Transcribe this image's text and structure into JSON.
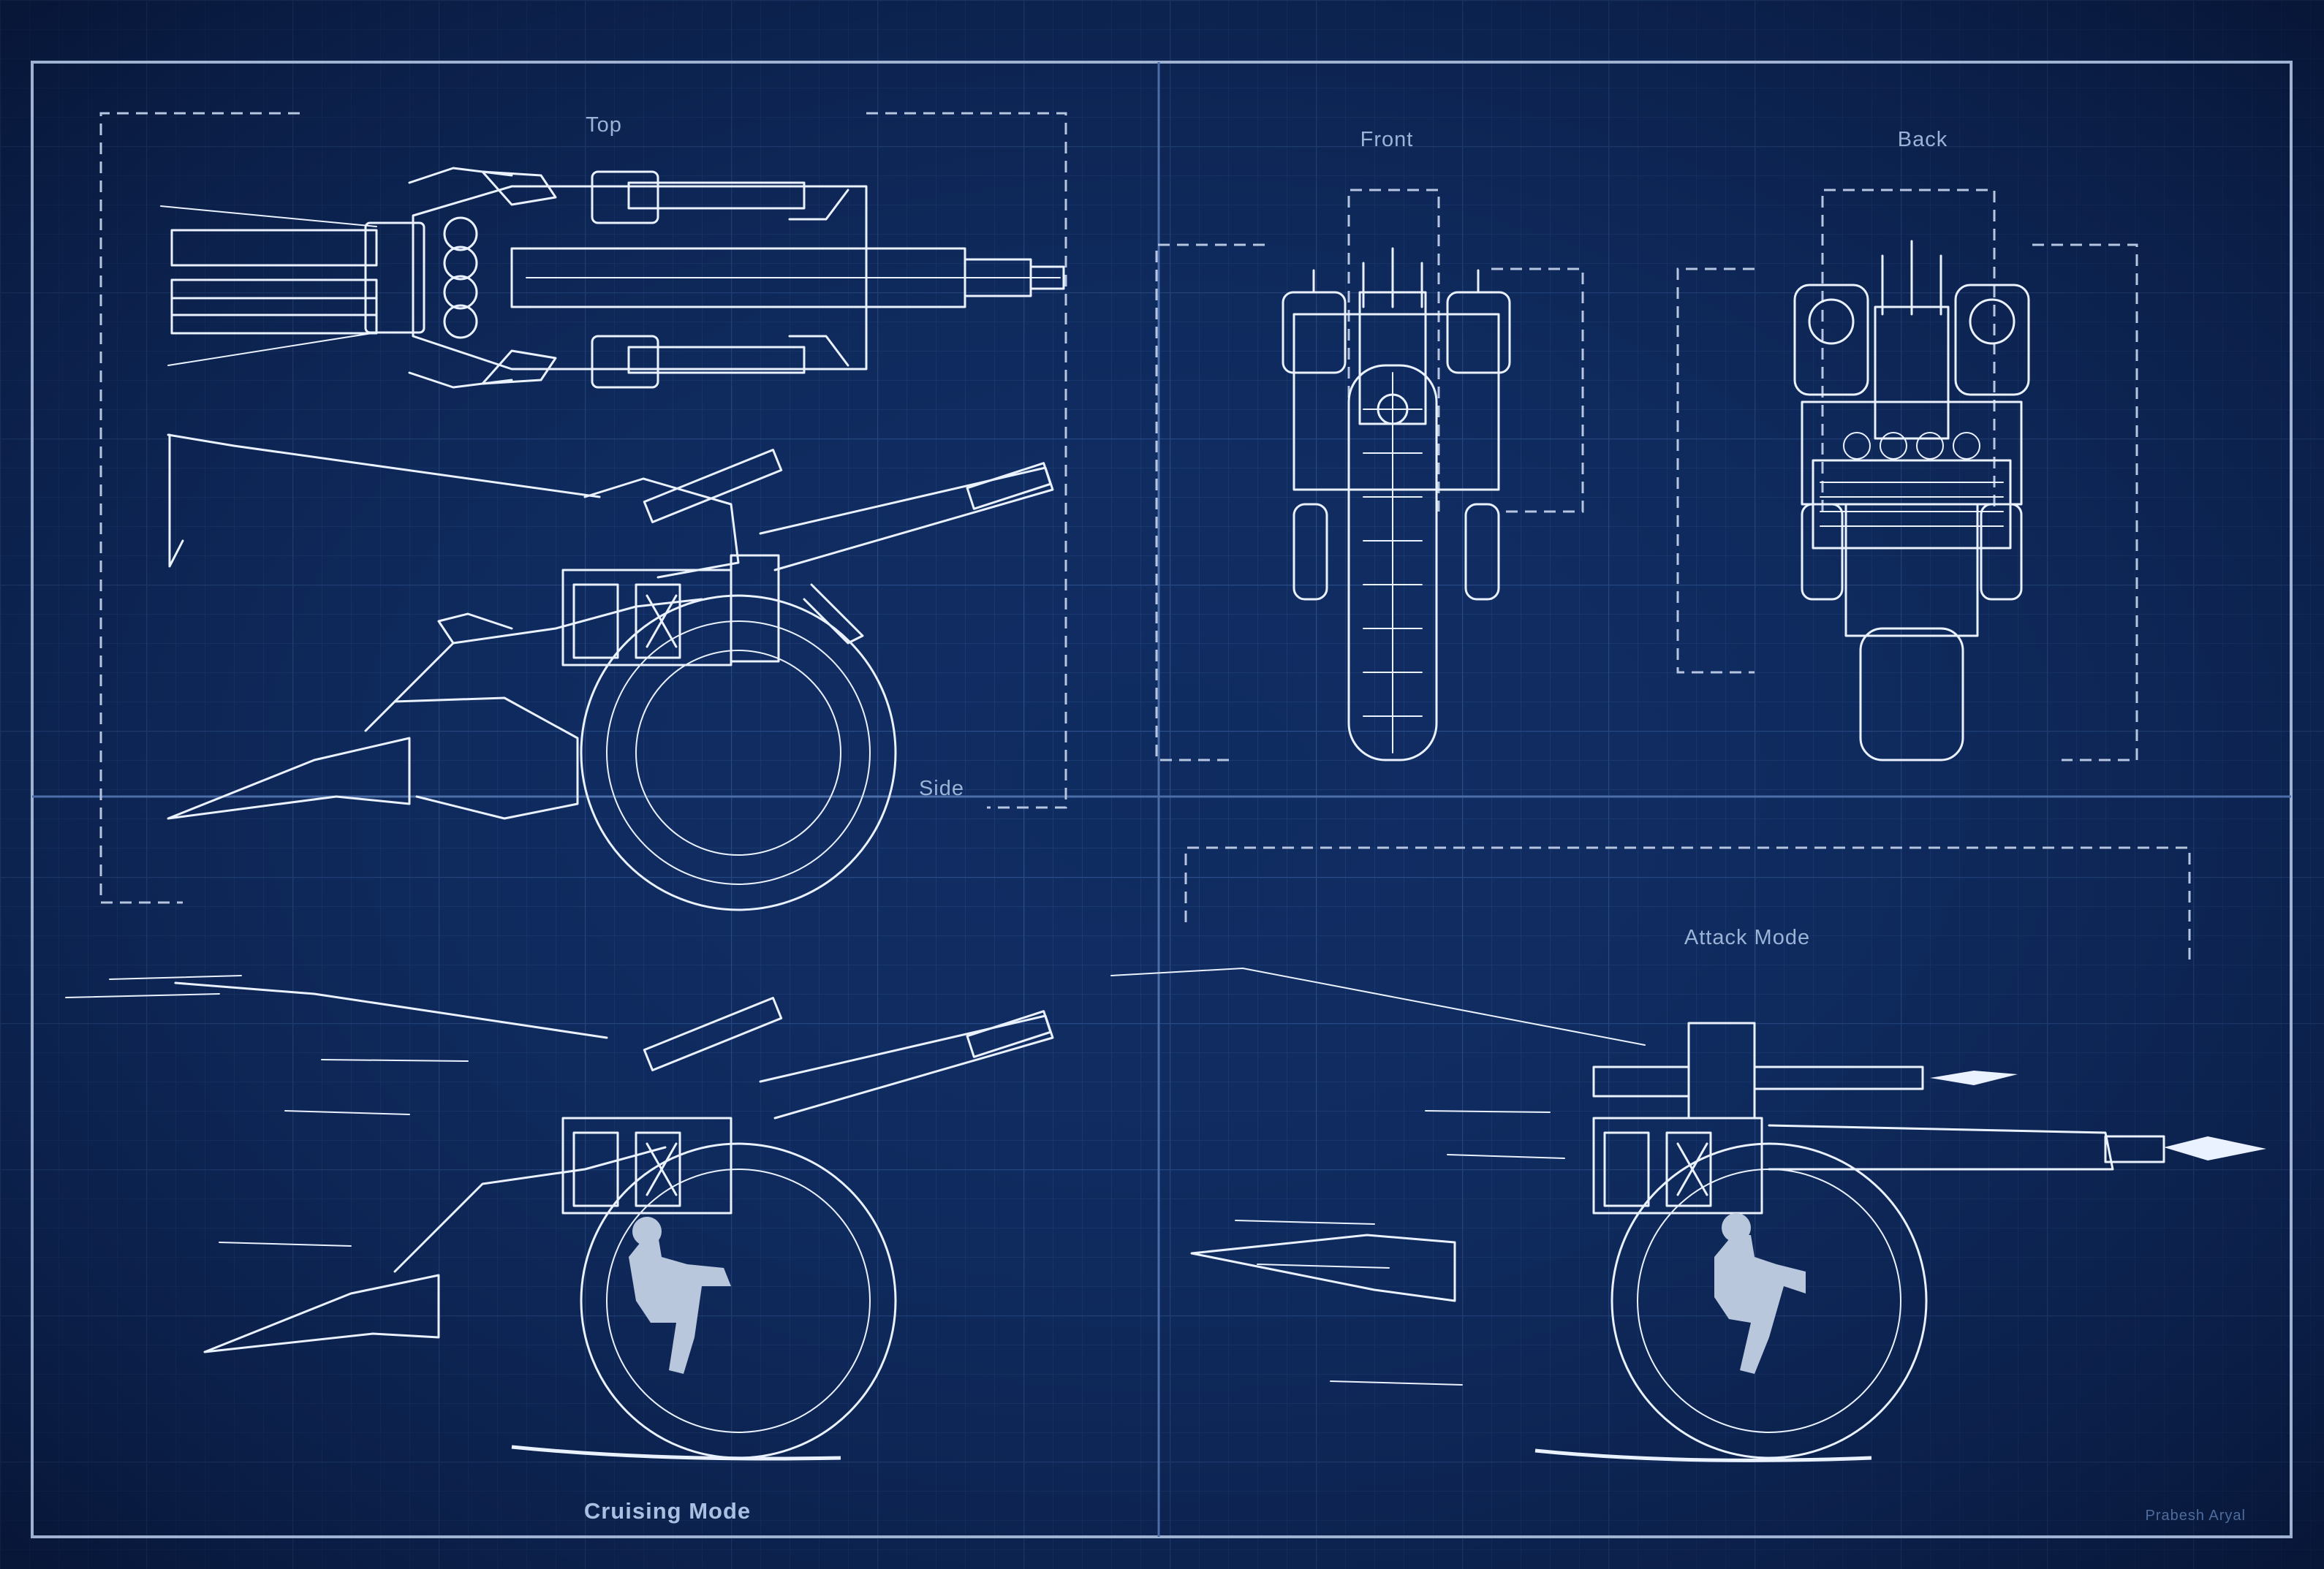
{
  "views": {
    "top": "Top",
    "side": "Side",
    "front": "Front",
    "back": "Back",
    "attack_mode": "Attack Mode",
    "cruising_mode": "Cruising Mode"
  },
  "signature": "Prabesh Aryal",
  "colors": {
    "background": "#0b2352",
    "grid": "#284a82",
    "lines": "#eaf1ff",
    "label": "#9bb3d6",
    "rider": "#b9c7dd"
  }
}
